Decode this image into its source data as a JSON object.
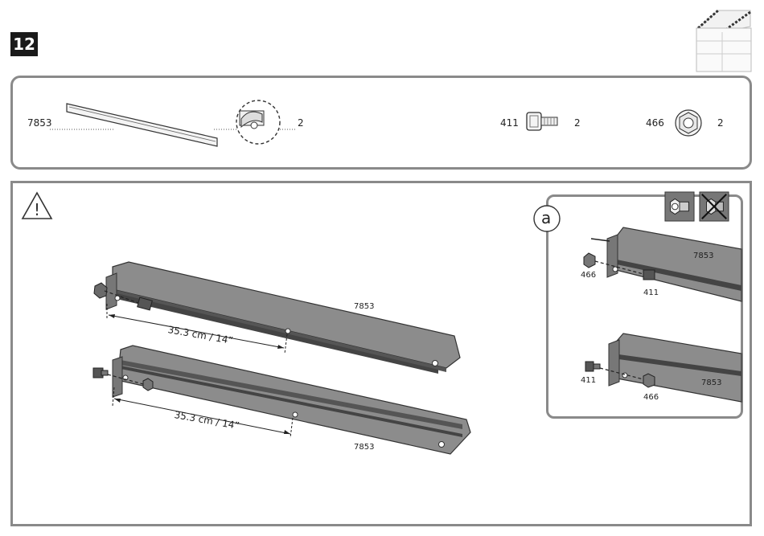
{
  "step": {
    "number": "12"
  },
  "parts": [
    {
      "id": "7853",
      "qty": "2"
    },
    {
      "id": "411",
      "qty": "2"
    },
    {
      "id": "466",
      "qty": "2"
    }
  ],
  "main": {
    "rail_upper_label": "7853",
    "rail_lower_label": "7853",
    "dimension_upper": "35.3 cm / 14”",
    "dimension_lower": "35.3 cm / 14”"
  },
  "detail": {
    "letter": "a",
    "upper": {
      "rail": "7853",
      "nut": "466",
      "bolt": "411"
    },
    "lower": {
      "rail": "7853",
      "nut": "466",
      "bolt": "411"
    }
  },
  "colors": {
    "rail_fill": "#8c8c8c",
    "rail_dark": "#4a4a4a",
    "frame": "#8a8a8a"
  },
  "icons": [
    "warning-icon",
    "nut-bolt-correct-icon",
    "nut-bolt-wrong-icon",
    "shed-thumbnail-icon"
  ]
}
